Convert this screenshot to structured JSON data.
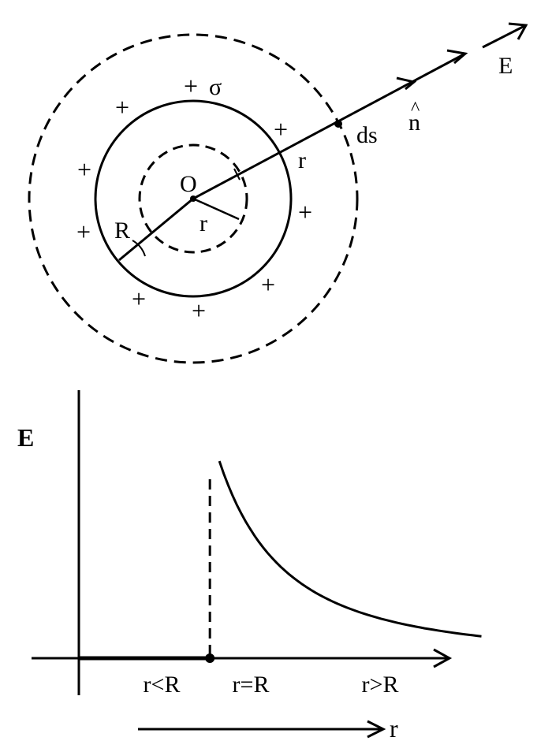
{
  "sphere": {
    "center_label": "O",
    "radius_label": "R",
    "charge_density_label": "σ",
    "charge_sign": "+",
    "inner_gaussian_radius_label": "r",
    "outer_gaussian_radius_label": "r",
    "area_element_label": "ds",
    "normal_label": "n",
    "normal_hat": "^",
    "field_label": "E"
  },
  "graph": {
    "y_axis_label": "E",
    "regions": {
      "inside": "r<R",
      "boundary": "r=R",
      "outside": "r>R"
    },
    "direction_label": "r"
  },
  "chart_data": {
    "type": "line",
    "title": "",
    "ylabel": "E",
    "xlabel": "r",
    "grid": false,
    "legend": "none",
    "annotations": [
      "r<R",
      "r=R",
      "r>R"
    ],
    "series": [
      {
        "segments": [
          {
            "region": "r<R",
            "x": [
              0,
              1
            ],
            "y": [
              0,
              0
            ]
          },
          {
            "region": "r>R",
            "x": [
              1,
              1.25,
              1.5,
              1.75,
              2,
              2.25,
              2.5,
              2.75,
              3
            ],
            "y": [
              1,
              0.64,
              0.444,
              0.327,
              0.25,
              0.198,
              0.16,
              0.132,
              0.111
            ]
          }
        ]
      }
    ],
    "x_marker": 1,
    "xlim": [
      0,
      3.4
    ],
    "ylim": [
      0,
      1.1
    ],
    "colors": {
      "line": "#000000",
      "background": "#ffffff"
    }
  }
}
